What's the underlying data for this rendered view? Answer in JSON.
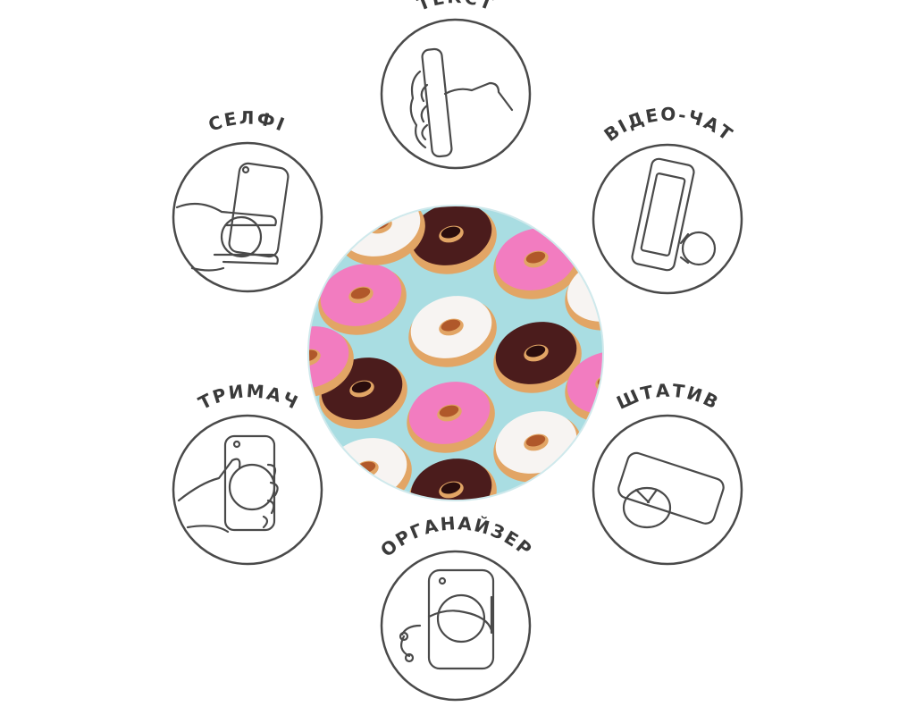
{
  "features": [
    {
      "id": "text",
      "label": "ТЕКСТ",
      "icon": "hand-holding-phone-side-icon"
    },
    {
      "id": "selfie",
      "label": "СЕЛФІ",
      "icon": "selfie-grip-icon"
    },
    {
      "id": "video-chat",
      "label": "ВІДЕО-ЧАТ",
      "icon": "phone-stand-icon"
    },
    {
      "id": "holder",
      "label": "ТРИМАЧ",
      "icon": "hand-holder-icon"
    },
    {
      "id": "tripod",
      "label": "ШТАТИВ",
      "icon": "phone-landscape-stand-icon"
    },
    {
      "id": "organizer",
      "label": "ОРГАНАЙЗЕР",
      "icon": "earphone-organizer-icon"
    }
  ],
  "colors": {
    "background": "#a9dde2",
    "pink_icing": "#f27cc0",
    "chocolate": "#4b1c1c",
    "white_icing": "#f7f4f2",
    "dough": "#e2a565",
    "outline": "#4a4a4a"
  }
}
